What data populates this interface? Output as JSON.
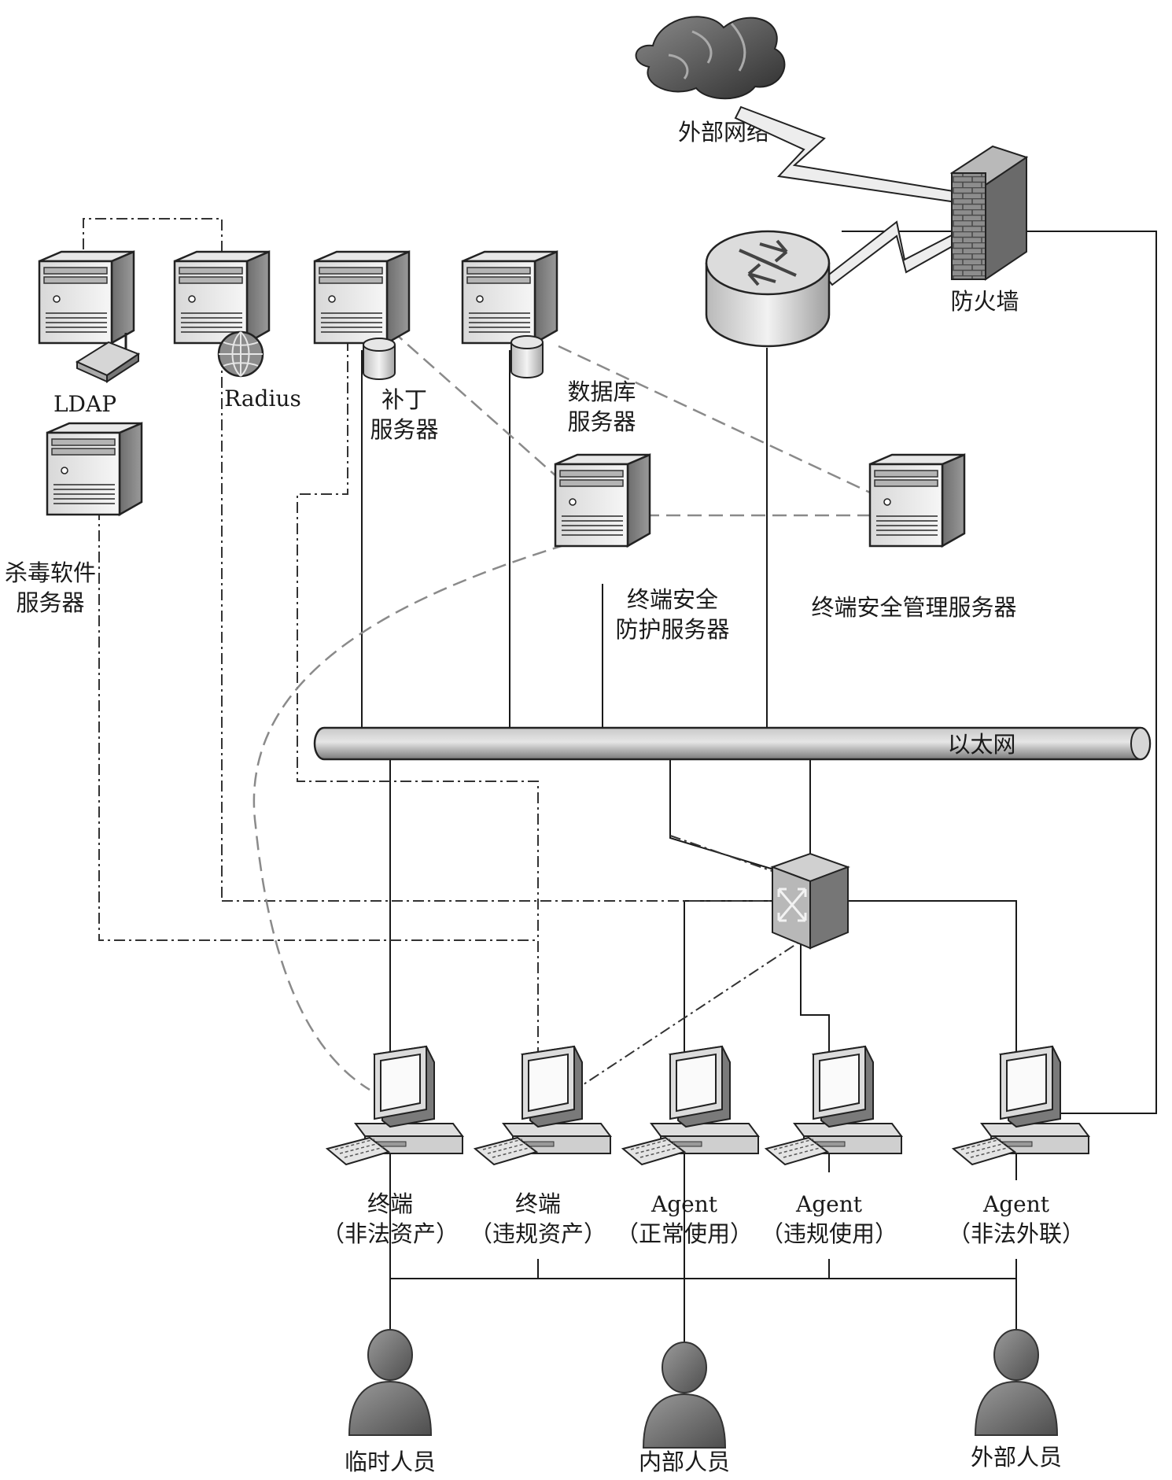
{
  "diagram": {
    "labels": {
      "external_network": "外部网络",
      "firewall": "防火墙",
      "ldap": "LDAP",
      "radius": "Radius",
      "patch_server_l1": "补丁",
      "patch_server_l2": "服务器",
      "database_server_l1": "数据库",
      "database_server_l2": "服务器",
      "antivirus_server_l1": "杀毒软件",
      "antivirus_server_l2": "服务器",
      "endpoint_protection_l1": "终端安全",
      "endpoint_protection_l2": "防护服务器",
      "endpoint_management": "终端安全管理服务器",
      "ethernet": "以太网",
      "terminal1_l1": "终端",
      "terminal1_l2": "（非法资产）",
      "terminal2_l1": "终端",
      "terminal2_l2": "（违规资产）",
      "terminal3_l1": "Agent",
      "terminal3_l2": "（正常使用）",
      "terminal4_l1": "Agent",
      "terminal4_l2": "（违规使用）",
      "terminal5_l1": "Agent",
      "terminal5_l2": "（非法外联）",
      "temp_staff": "临时人员",
      "internal_staff": "内部人员",
      "external_staff": "外部人员"
    }
  }
}
